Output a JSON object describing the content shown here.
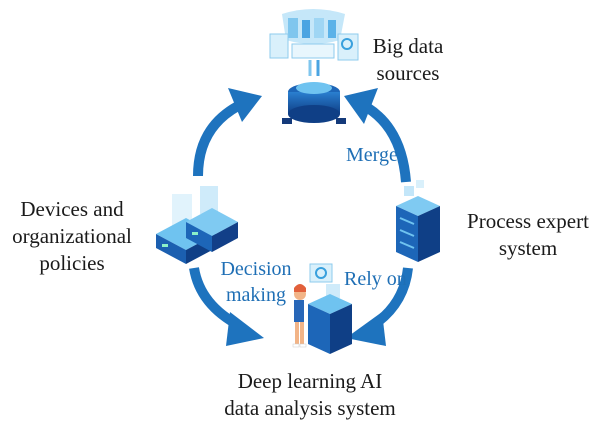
{
  "nodes": {
    "big_data": {
      "line1": "Big data",
      "line2": "sources"
    },
    "devices": {
      "line1": "Devices and",
      "line2": "organizational",
      "line3": "policies"
    },
    "expert": {
      "line1": "Process expert",
      "line2": "system"
    },
    "deep_learning": {
      "line1": "Deep learning AI",
      "line2": "data analysis system"
    }
  },
  "edges": {
    "merge": "Merge",
    "rely_on": "Rely on",
    "decision_line1": "Decision",
    "decision_line2": "making"
  },
  "colors": {
    "arrow": "#1e73be",
    "edge_text": "#1f6fb5",
    "label_text": "#1a1a1a"
  },
  "icons": {
    "big_data": "cloud-database-icon",
    "devices": "server-pair-icon",
    "expert": "server-rack-icon",
    "deep_learning": "person-with-server-icon"
  }
}
